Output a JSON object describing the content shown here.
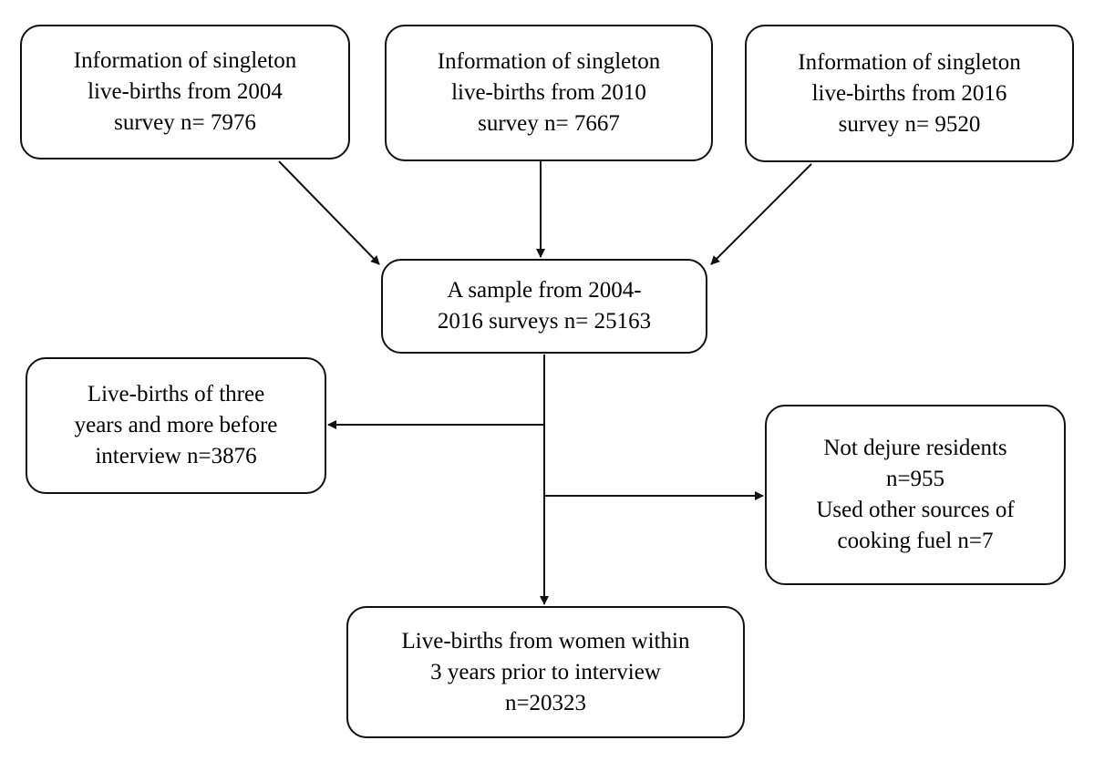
{
  "boxes": {
    "survey_2004": {
      "lines": [
        "Information of singleton",
        "live-births  from 2004",
        "survey n= 7976"
      ]
    },
    "survey_2010": {
      "lines": [
        "Information of singleton",
        "live-births  from 2010",
        "survey n= 7667"
      ]
    },
    "survey_2016": {
      "lines": [
        "Information of singleton",
        "live-births  from 2016",
        "survey n= 9520"
      ]
    },
    "sample": {
      "lines": [
        "A sample from 2004-",
        "2016 surveys n= 25163"
      ]
    },
    "excluded_left": {
      "lines": [
        "Live-births of three",
        "years and more before",
        "interview n=3876"
      ]
    },
    "excluded_right": {
      "lines": [
        "Not dejure residents",
        "n=955",
        "Used other sources of",
        "cooking  fuel n=7"
      ]
    },
    "final": {
      "lines": [
        "Live-births from women within",
        "3 years prior to interview",
        "n=20323"
      ]
    }
  }
}
